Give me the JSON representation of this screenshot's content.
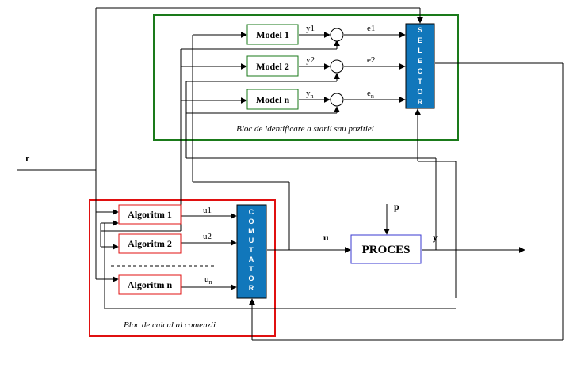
{
  "identification_block": {
    "caption": "Bloc de identificare a starii sau pozitiei",
    "border_color": "#1a7a1a",
    "models": [
      {
        "label": "Model 1",
        "output": "y1",
        "error": "e1"
      },
      {
        "label": "Model 2",
        "output": "y2",
        "error": "e2"
      },
      {
        "label": "Model n",
        "output": "y",
        "output_sub": "n",
        "error": "e",
        "error_sub": "n"
      }
    ],
    "selector_letters": [
      "S",
      "E",
      "L",
      "E",
      "C",
      "T",
      "O",
      "R"
    ]
  },
  "control_block": {
    "caption": "Bloc de calcul al comenzii",
    "border_color": "#e01010",
    "algorithms": [
      {
        "label": "Algoritm 1",
        "output": "u1"
      },
      {
        "label": "Algoritm 2",
        "output": "u2"
      },
      {
        "label": "Algoritm n",
        "output": "u",
        "output_sub": "n"
      }
    ],
    "commutator_letters": [
      "C",
      "O",
      "M",
      "U",
      "T",
      "A",
      "T",
      "O",
      "R"
    ]
  },
  "process": {
    "label": "PROCES",
    "border_color": "#3a3ad0"
  },
  "signals": {
    "reference": "r",
    "control": "u",
    "output": "y",
    "disturbance": "p"
  },
  "colors": {
    "vertical_block_fill": "#1177bb",
    "line": "#000000"
  }
}
